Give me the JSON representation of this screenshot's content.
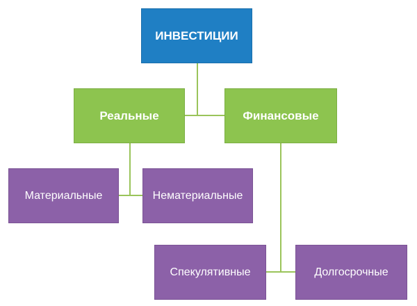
{
  "diagram": {
    "colors": {
      "root_fill": "#1F7FC4",
      "root_border": "#1A6EAB",
      "level1_fill": "#8DC44F",
      "level1_border": "#7BAE42",
      "level2_fill": "#8C61A8",
      "level2_border": "#7A5294",
      "connector": "#9AC45A"
    },
    "root": {
      "label": "ИНВЕСТИЦИИ"
    },
    "level1": [
      {
        "label": "Реальные"
      },
      {
        "label": "Финансовые"
      }
    ],
    "level2": [
      {
        "label": "Материальные",
        "parent": "Реальные"
      },
      {
        "label": "Нематериальные",
        "parent": "Реальные"
      },
      {
        "label": "Спекулятивные",
        "parent": "Финансовые"
      },
      {
        "label": "Долгосрочные",
        "parent": "Финансовые"
      }
    ]
  }
}
